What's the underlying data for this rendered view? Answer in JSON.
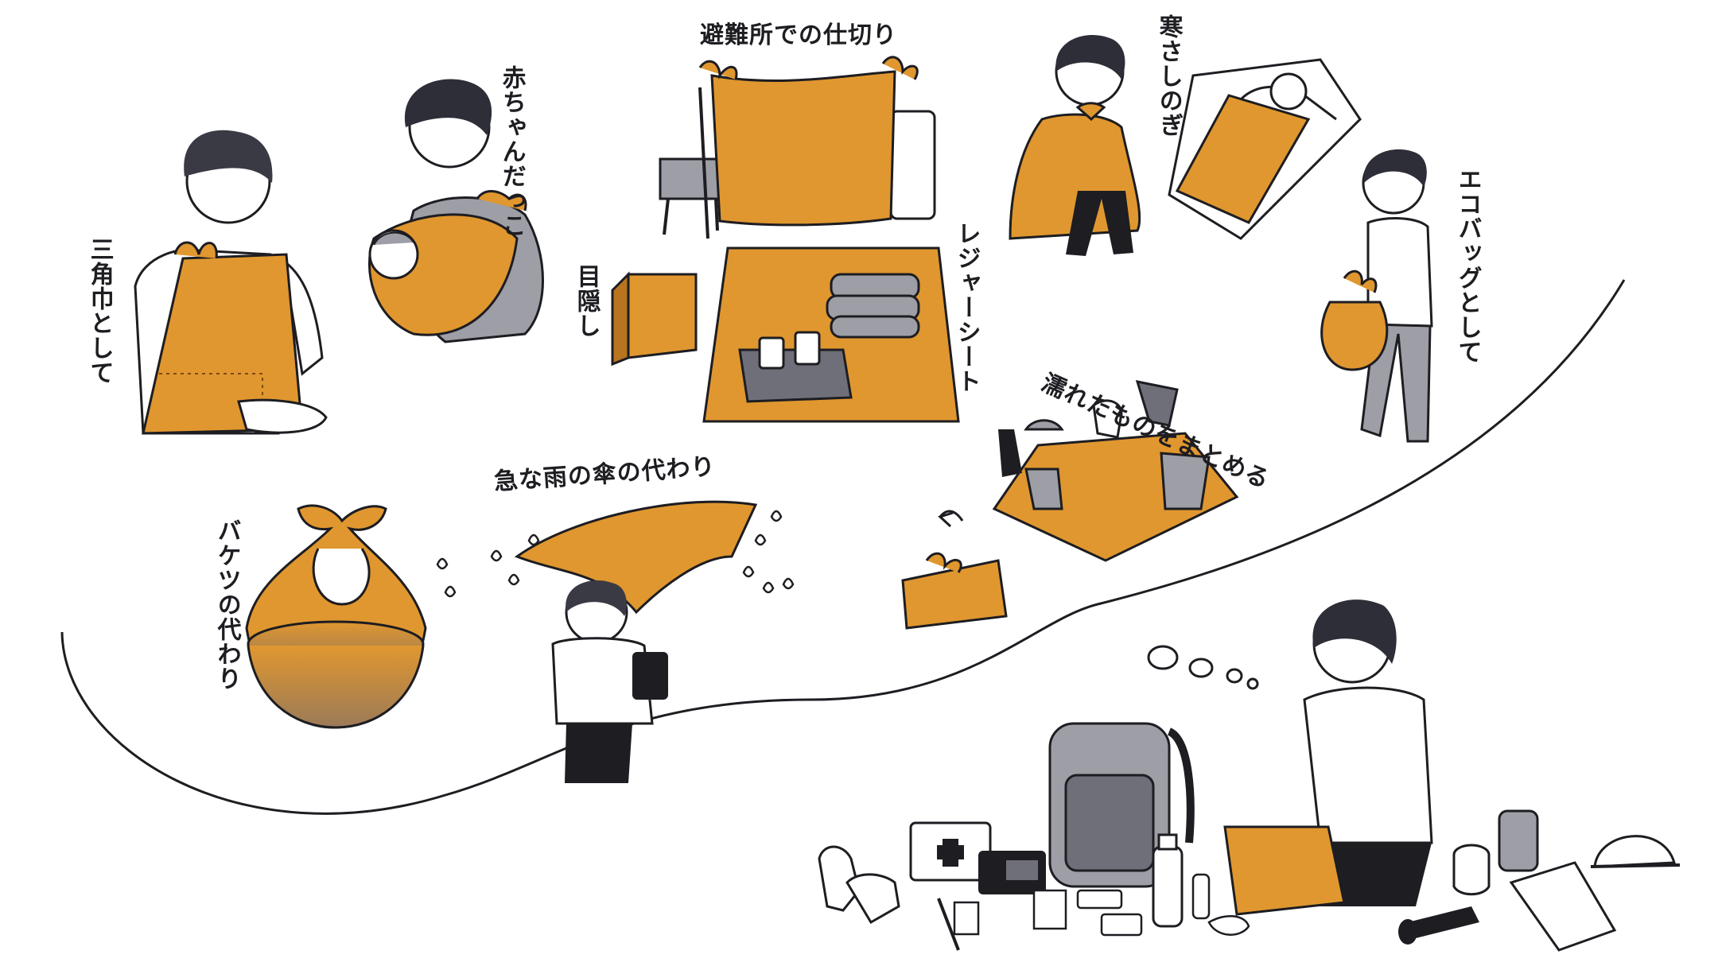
{
  "labels": {
    "sling": "三角巾として",
    "baby": "赤ちゃんだっこ",
    "partition": "避難所での仕切り",
    "blindfold": "目隠し",
    "leisure_sheet": "レジャーシート",
    "cold": "寒さしのぎ",
    "eco_bag": "エコバッグとして",
    "wet_items": "濡れたものをまとめる",
    "umbrella": "急な雨の傘の代わり",
    "bucket": "バケツの代わり"
  },
  "colors": {
    "cloth": "#E0972F",
    "cloth_dark": "#B8741F",
    "ink": "#1d1d22",
    "gray": "#9d9ea6",
    "gray_dark": "#6e6f78",
    "skin": "#ffffff"
  }
}
